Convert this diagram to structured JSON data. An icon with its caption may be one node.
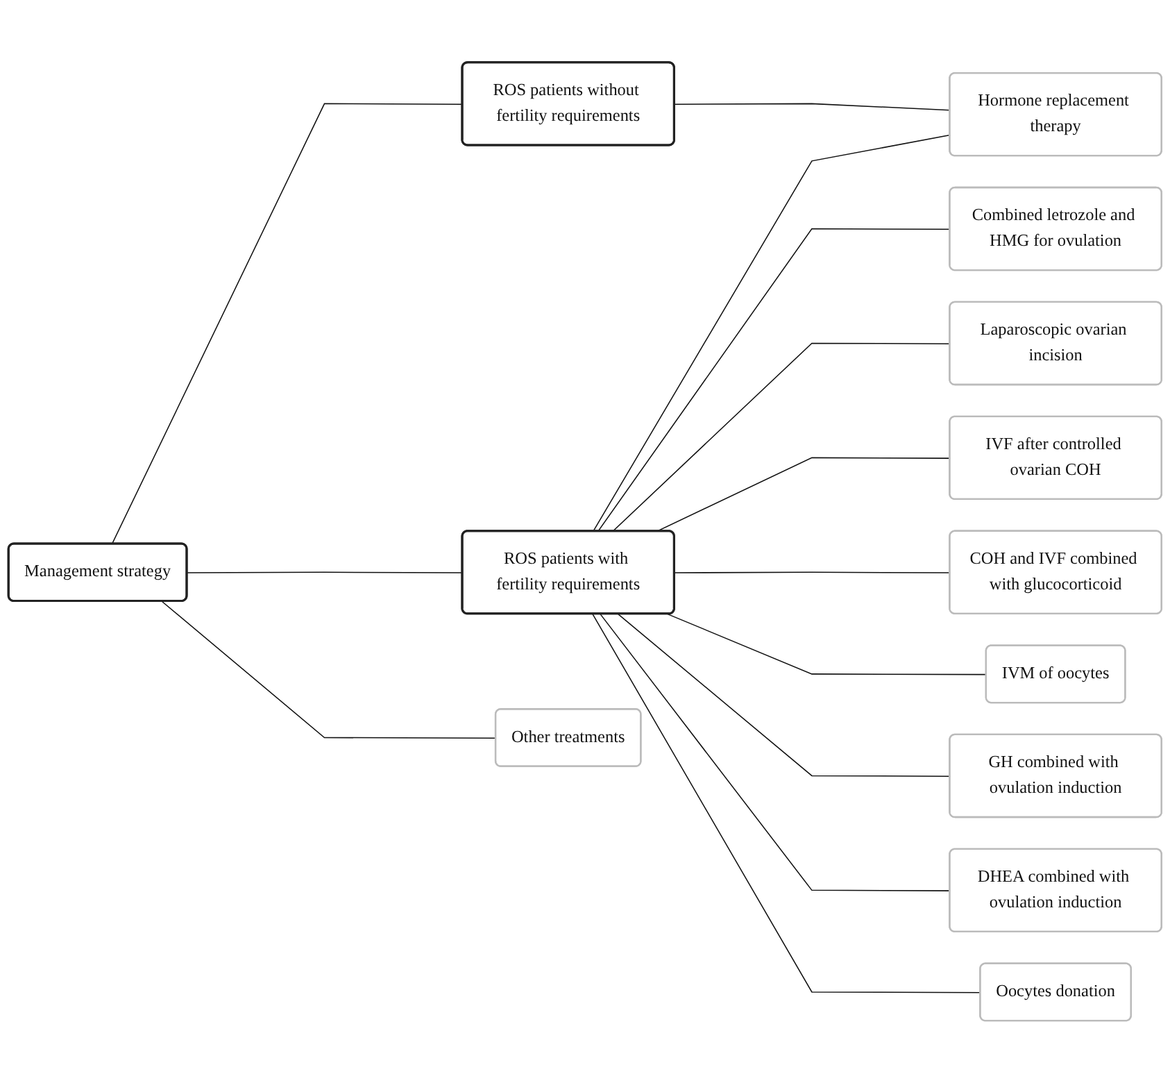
{
  "diagram": {
    "nodes": [
      {
        "text": [
          "Management strategy"
        ]
      },
      {
        "text": [
          "ROS patients without fertility requirements"
        ]
      },
      {
        "text": [
          "ROS patients with fertility requirements"
        ]
      },
      {
        "text": [
          "Other treatments"
        ]
      },
      {
        "text": [
          "Hormone replacement therapy"
        ]
      },
      {
        "text": [
          "Combined letrozole and HMG for ovulation"
        ]
      },
      {
        "text": [
          "Laparoscopic ovarian incision"
        ]
      },
      {
        "text": [
          "IVF after controlled ovarian COH"
        ]
      },
      {
        "text": [
          "COH and IVF combined with glucocorticoid"
        ]
      },
      {
        "text": [
          "IVM of oocytes"
        ]
      },
      {
        "text": [
          "GH combined with ovulation induction"
        ]
      },
      {
        "text": [
          "DHEA combined with ovulation induction"
        ]
      },
      {
        "text": [
          "Oocytes donation"
        ]
      }
    ],
    "edges": [
      {
        "from": 0,
        "to": 1,
        "arrow": "none"
      },
      {
        "from": 0,
        "to": 2,
        "arrow": "none"
      },
      {
        "from": 0,
        "to": 3,
        "arrow": "none"
      },
      {
        "from": 1,
        "to": 4,
        "arrow": "none"
      },
      {
        "from": 2,
        "to": 4,
        "arrow": "none"
      },
      {
        "from": 2,
        "to": 5,
        "arrow": "none"
      },
      {
        "from": 2,
        "to": 6,
        "arrow": "none"
      },
      {
        "from": 2,
        "to": 7,
        "arrow": "none"
      },
      {
        "from": 2,
        "to": 8,
        "arrow": "none"
      },
      {
        "from": 2,
        "to": 9,
        "arrow": "none"
      },
      {
        "from": 2,
        "to": 10,
        "arrow": "none"
      },
      {
        "from": 2,
        "to": 11,
        "arrow": "none"
      },
      {
        "from": 2,
        "to": 12,
        "arrow": "none"
      }
    ]
  }
}
